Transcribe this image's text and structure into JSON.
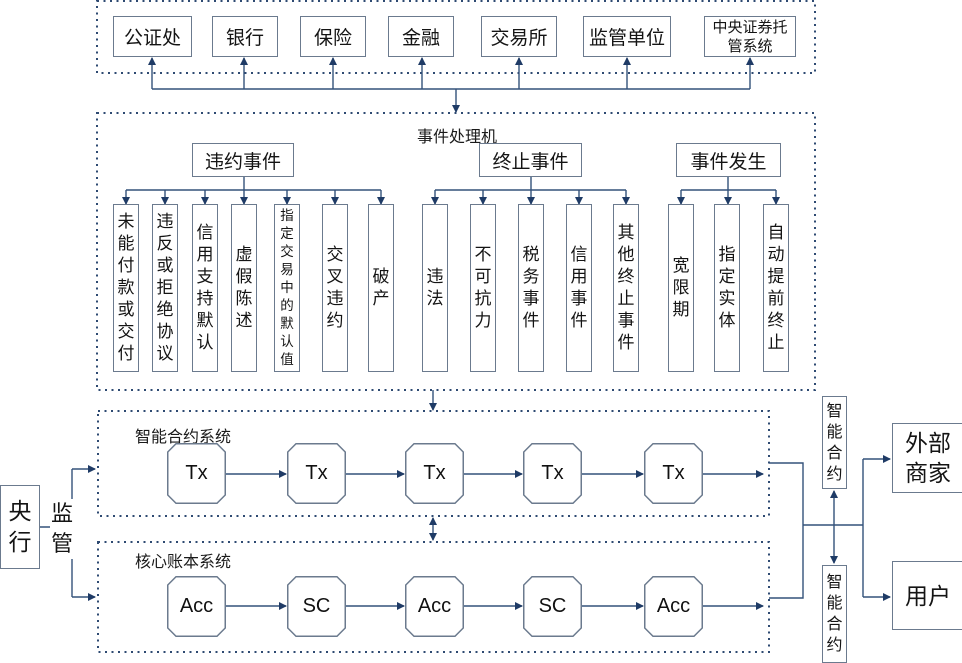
{
  "top_group": {
    "items": [
      {
        "label": "公证处"
      },
      {
        "label": "银行"
      },
      {
        "label": "保险"
      },
      {
        "label": "金融"
      },
      {
        "label": "交易所"
      },
      {
        "label": "监管单位"
      },
      {
        "label": "中央证券托管系统"
      }
    ]
  },
  "event_processor": {
    "title": "事件处理机",
    "groups": [
      {
        "label": "违约事件",
        "items": [
          "未能付款或交付",
          "违反或拒绝协议",
          "信用支持默认",
          "虚假陈述",
          "指定交易中的默认值",
          "交叉违约",
          "破产"
        ]
      },
      {
        "label": "终止事件",
        "items": [
          "违法",
          "不可抗力",
          "税务事件",
          "信用事件",
          "其他终止事件"
        ]
      },
      {
        "label": "事件发生",
        "items": [
          "宽限期",
          "指定实体",
          "自动提前终止"
        ]
      }
    ]
  },
  "smart_contract_system": {
    "title": "智能合约系统",
    "nodes": [
      "Tx",
      "Tx",
      "Tx",
      "Tx",
      "Tx"
    ]
  },
  "core_ledger_system": {
    "title": "核心账本系统",
    "nodes": [
      "Acc",
      "SC",
      "Acc",
      "SC",
      "Acc"
    ]
  },
  "central_bank": {
    "label": "央行",
    "edge_label": "监管"
  },
  "smart_contract_links": [
    "智能合约",
    "智能合约"
  ],
  "endpoints": [
    "外部商家",
    "用户"
  ],
  "colors": {
    "line": "#34527a",
    "arrow": "#1f3b66",
    "box_border": "#6b7a8e",
    "dotted_border": "#2e4a72"
  }
}
